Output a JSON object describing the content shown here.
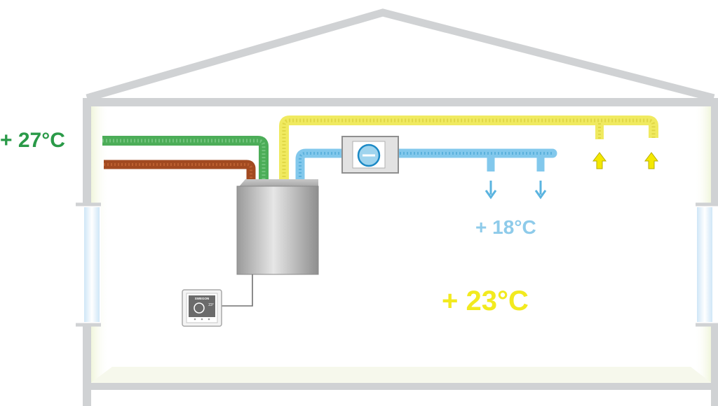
{
  "labels": {
    "outside_temp": "+ 27°C",
    "supply_temp": "+ 18°C",
    "room_temp": "+ 23°C"
  },
  "colors": {
    "outside": "#2a9a48",
    "supply": "#8ecbea",
    "room": "#f2ea1f",
    "exhaust_pipe": "#a24a20",
    "intake_pipe": "#4cad58",
    "return_pipe": "#f0ea60",
    "supply_pipe": "#82c8ec",
    "house_wall": "#d0d2d4"
  },
  "icons": {
    "heat_pump_unit": "cabinet",
    "supply_fan": "minus-circle",
    "thermostat": "control-panel",
    "supply_vent_arrows": "arrow-down",
    "return_vent_arrows": "arrow-up"
  },
  "thermostat": {
    "brand_text": "SWEGON",
    "display_temp": "23°"
  }
}
